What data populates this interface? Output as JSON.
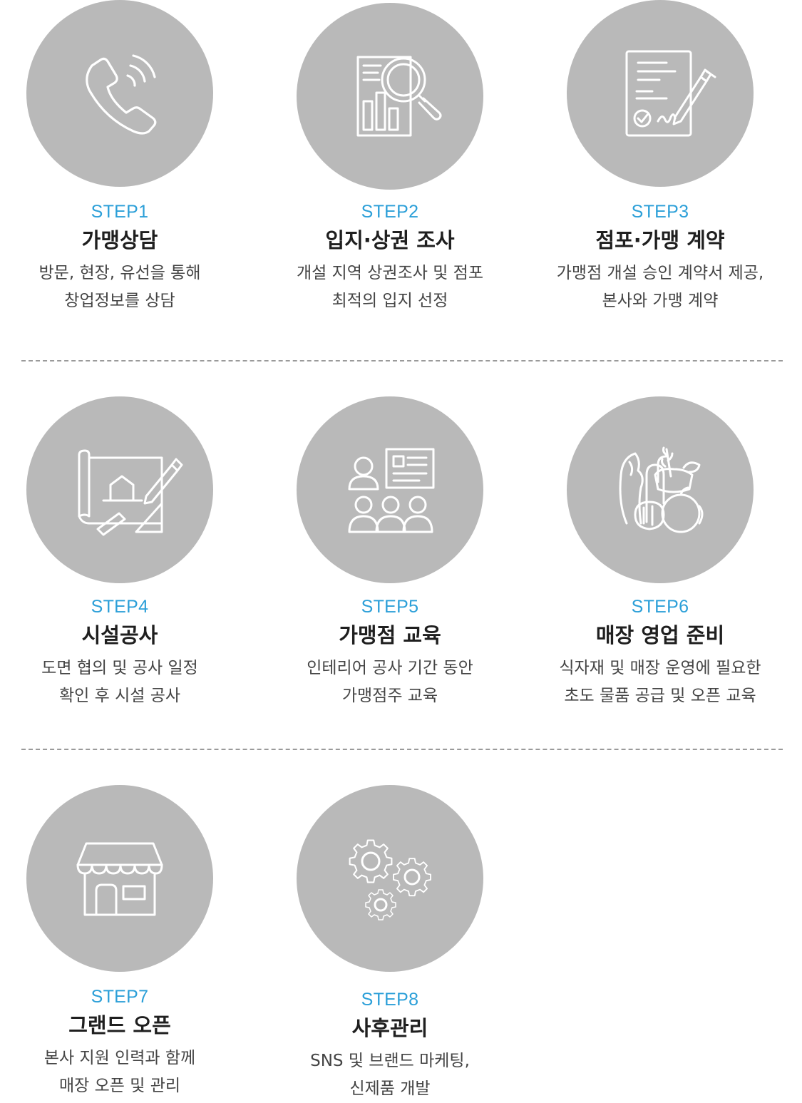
{
  "steps": [
    {
      "label": "STEP1",
      "title": "가맹상담",
      "desc1": "방문, 현장, 유선을 통해",
      "desc2": "창업정보를 상담",
      "icon": "phone-icon"
    },
    {
      "label": "STEP2",
      "title": "입지·상권 조사",
      "desc1": "개설 지역 상권조사 및 점포",
      "desc2": "최적의 입지 선정",
      "icon": "magnifier-report-icon"
    },
    {
      "label": "STEP3",
      "title": "점포·가맹 계약",
      "desc1": "가맹점 개설 승인 계약서 제공,",
      "desc2": "본사와 가맹 계약",
      "icon": "contract-pen-icon"
    },
    {
      "label": "STEP4",
      "title": "시설공사",
      "desc1": "도면 협의 및 공사 일정",
      "desc2": "확인 후 시설 공사",
      "icon": "blueprint-icon"
    },
    {
      "label": "STEP5",
      "title": "가맹점 교육",
      "desc1": "인테리어 공사 기간 동안",
      "desc2": "가맹점주 교육",
      "icon": "training-icon"
    },
    {
      "label": "STEP6",
      "title": "매장 영업 준비",
      "desc1": "식자재 및 매장 운영에 필요한",
      "desc2": "초도 물품 공급 및 오픈 교육",
      "icon": "groceries-icon"
    },
    {
      "label": "STEP7",
      "title": "그랜드 오픈",
      "desc1": "본사 지원 인력과 함께",
      "desc2": "매장 오픈 및 관리",
      "icon": "storefront-icon"
    },
    {
      "label": "STEP8",
      "title": "사후관리",
      "desc1": "SNS 및 브랜드 마케팅,",
      "desc2": "신제품 개발",
      "icon": "gears-icon"
    }
  ],
  "colors": {
    "step_label": "#2b9fd8",
    "circle": "#b9b9b9",
    "icon_stroke": "#ffffff"
  }
}
